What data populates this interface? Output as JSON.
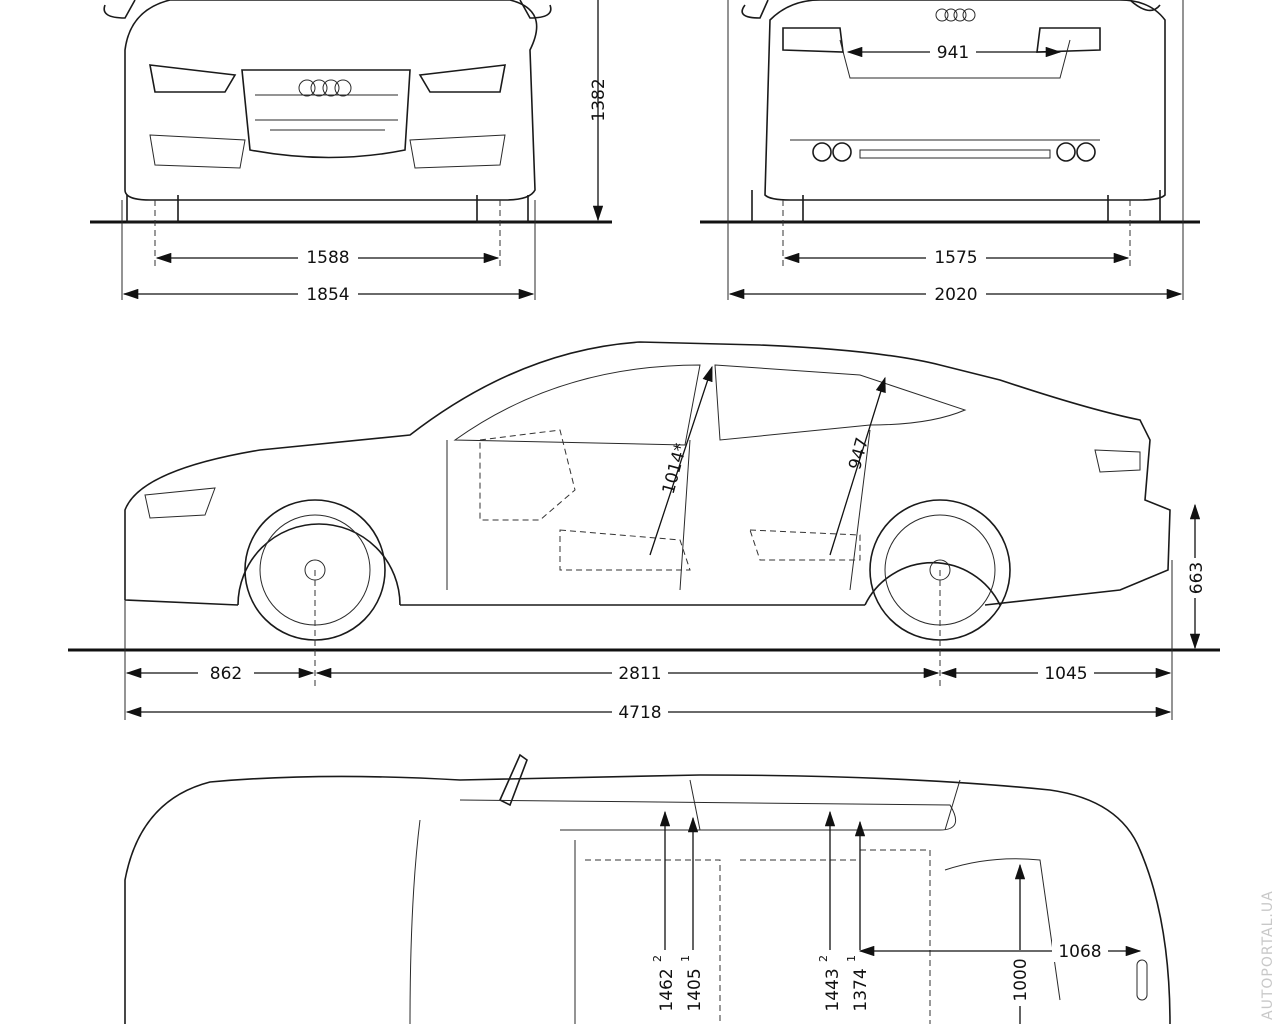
{
  "front_view": {
    "height": "1382",
    "track": "1588",
    "width": "1854"
  },
  "rear_view": {
    "trunk_opening": "941",
    "track": "1575",
    "width_mirrors": "2020"
  },
  "side_view": {
    "front_headroom": "1014*",
    "rear_headroom": "947",
    "loading_height": "663",
    "front_overhang": "862",
    "wheelbase": "2811",
    "rear_overhang": "1045",
    "length": "4718"
  },
  "top_view": {
    "front_shoulder": "1462",
    "front_shoulder_note": "2",
    "front_elbow": "1405",
    "front_elbow_note": "1",
    "rear_shoulder": "1443",
    "rear_shoulder_note": "2",
    "rear_elbow": "1374",
    "rear_elbow_note": "1",
    "trunk_width": "1000",
    "trunk_length": "1068"
  },
  "watermark": "AUTOPORTAL.UA"
}
